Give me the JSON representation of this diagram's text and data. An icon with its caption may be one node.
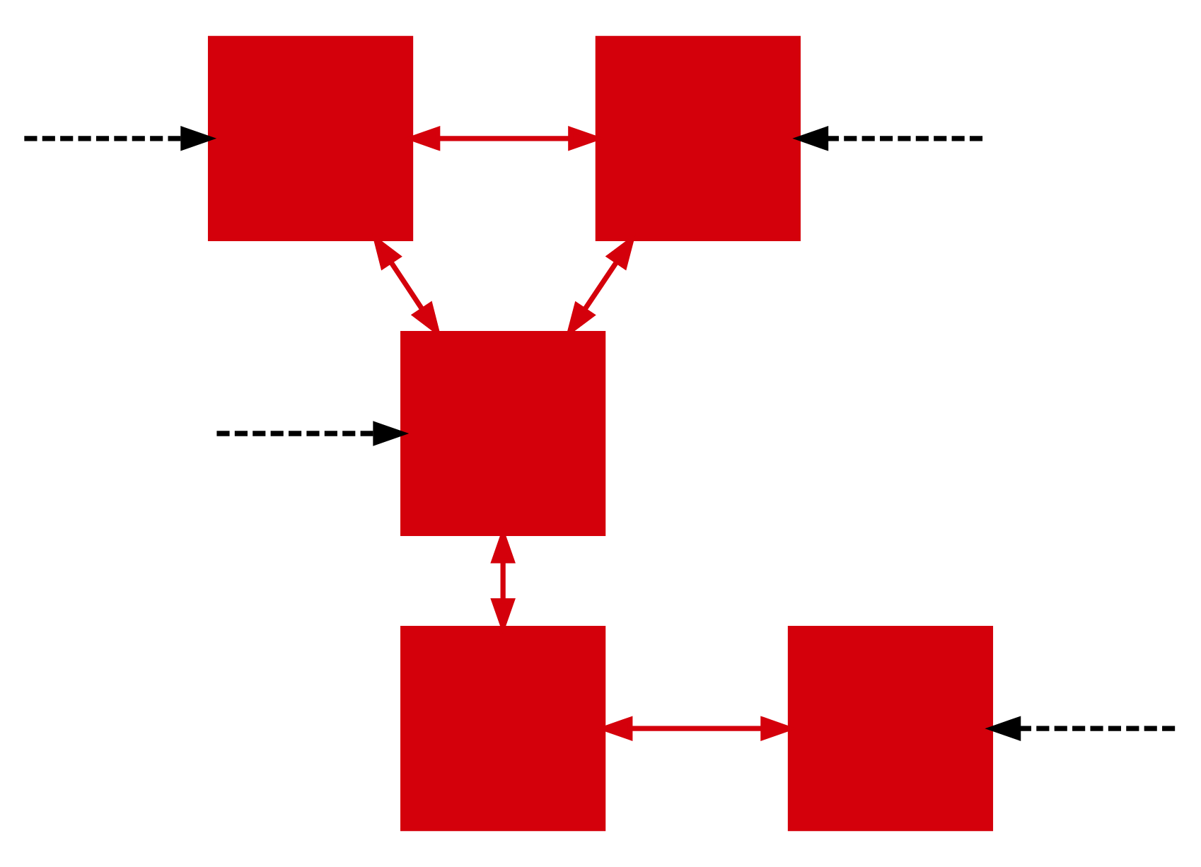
{
  "diagram": {
    "nodes": [
      {
        "text": [],
        "shape": "box"
      },
      {
        "text": [],
        "shape": "box"
      },
      {
        "text": [],
        "shape": "box"
      },
      {
        "text": [],
        "shape": "box"
      },
      {
        "text": [],
        "shape": "box"
      }
    ],
    "edges": [
      {
        "from": 0,
        "to": 1,
        "arrow": "both",
        "color": "#d4000b"
      },
      {
        "from": 0,
        "to": 2,
        "arrow": "both",
        "color": "#d4000b"
      },
      {
        "from": 1,
        "to": 2,
        "arrow": "both",
        "color": "#d4000b"
      },
      {
        "from": 2,
        "to": 3,
        "arrow": "both",
        "color": "#d4000b"
      },
      {
        "from": 3,
        "to": 4,
        "arrow": "both",
        "color": "#d4000b"
      },
      {
        "from": null,
        "to": 0,
        "arrow": "to",
        "style": "dashed",
        "color": "#000000"
      },
      {
        "from": null,
        "to": 1,
        "arrow": "to",
        "style": "dashed",
        "color": "#000000"
      },
      {
        "from": null,
        "to": 2,
        "arrow": "to",
        "style": "dashed",
        "color": "#000000"
      },
      {
        "from": null,
        "to": 4,
        "arrow": "to",
        "style": "dashed",
        "color": "#000000"
      }
    ]
  }
}
